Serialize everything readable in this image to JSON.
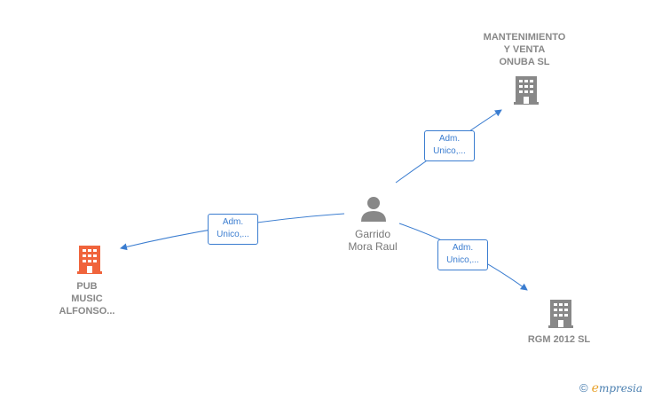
{
  "nodes": {
    "mantenimiento": {
      "label": "MANTENIMIENTO\nY VENTA\nONUBA  SL",
      "color": "#888888"
    },
    "pub": {
      "label": "PUB\nMUSIC\nALFONSO...",
      "color": "#f0643c"
    },
    "rgm": {
      "label": "RGM 2012 SL",
      "color": "#888888"
    },
    "person": {
      "label": "Garrido\nMora Raul",
      "color": "#888888"
    }
  },
  "edges": {
    "to_mantenimiento": {
      "label": "Adm.\nUnico,..."
    },
    "to_pub": {
      "label": "Adm.\nUnico,..."
    },
    "to_rgm": {
      "label": "Adm.\nUnico,..."
    }
  },
  "colors": {
    "edge": "#3b7dd0",
    "company": "#888888",
    "highlight": "#f0643c"
  },
  "footer": {
    "copyright": "©",
    "brand_e": "e",
    "brand_rest": "mpresia"
  }
}
